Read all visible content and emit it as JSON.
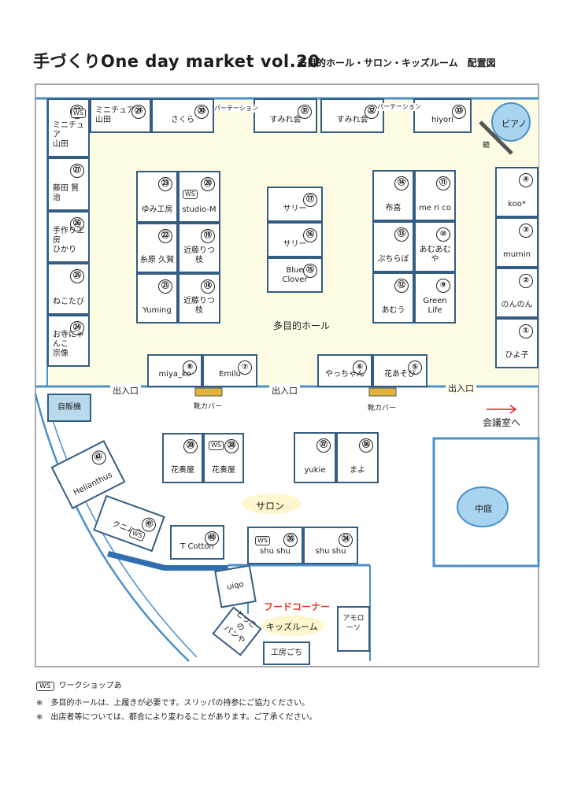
{
  "title": "手づくりOne day market vol.20",
  "subtitle": "多目的ホール・サロン・キッズルーム　配置図",
  "booths": [
    {
      "num": "①",
      "name": "ひよ子"
    },
    {
      "num": "②",
      "name": "のんのん"
    },
    {
      "num": "③",
      "name": "mumin"
    },
    {
      "num": "④",
      "name": "koo*"
    },
    {
      "num": "⑤",
      "name": "花あそび"
    },
    {
      "num": "⑥",
      "name": "やっちゃん"
    },
    {
      "num": "⑦",
      "name": "Emilu"
    },
    {
      "num": "⑧",
      "name": "miya_ko"
    },
    {
      "num": "⑨",
      "name": "Green\nLife"
    },
    {
      "num": "⑩",
      "name": "あむあむや"
    },
    {
      "num": "⑪",
      "name": "me ri co"
    },
    {
      "num": "⑫",
      "name": "あむう"
    },
    {
      "num": "⑬",
      "name": "ぷちらぼ"
    },
    {
      "num": "⑭",
      "name": "布喜"
    },
    {
      "num": "⑮",
      "name": "Blue\nClover"
    },
    {
      "num": "⑯",
      "name": "サリー"
    },
    {
      "num": "⑰",
      "name": "サリー"
    },
    {
      "num": "⑱",
      "name": "近藤りつ枝"
    },
    {
      "num": "⑲",
      "name": "近藤りつ枝"
    },
    {
      "num": "⑳",
      "name": "studio-M"
    },
    {
      "num": "㉑",
      "name": "Yuming"
    },
    {
      "num": "㉒",
      "name": "糸原 久賀"
    },
    {
      "num": "㉓",
      "name": "ゆみ工房"
    },
    {
      "num": "㉔",
      "name": "お寺にゃんこ\n宗像"
    },
    {
      "num": "㉕",
      "name": "ねこたび"
    },
    {
      "num": "㉖",
      "name": "手作り工房\nひかり"
    },
    {
      "num": "㉗",
      "name": "藤田 賢治"
    },
    {
      "num": "㉘",
      "name": "ミニチュア\n山田"
    },
    {
      "num": "㉙",
      "name": "ミニチュア\n山田"
    },
    {
      "num": "㉚",
      "name": "さくら"
    },
    {
      "num": "㉛",
      "name": "すみれ会"
    },
    {
      "num": "㉜",
      "name": "すみれ会"
    },
    {
      "num": "㉝",
      "name": "hiyori"
    },
    {
      "num": "㉞",
      "name": "shu shu"
    },
    {
      "num": "㉟",
      "name": "shu shu"
    },
    {
      "num": "㊱",
      "name": "まよ"
    },
    {
      "num": "㊲",
      "name": "yukie"
    },
    {
      "num": "㊳",
      "name": "花奏屋"
    },
    {
      "num": "㊴",
      "name": "花奏屋"
    },
    {
      "num": "㊵",
      "name": "T Cotton"
    },
    {
      "num": "㊶",
      "name": "クニムネ"
    },
    {
      "num": "㊷",
      "name": "Helianthus"
    }
  ],
  "extra_booths": {
    "uiqo": "uiqo",
    "tokkono": "とっこの\nパンや",
    "kobo": "工房ごち",
    "amoroso": "アモローソ"
  },
  "ws_label": "WS",
  "labels": {
    "hall": "多目的ホール",
    "salon": "サロン",
    "kids": "キッズルーム",
    "food": "フードコーナー",
    "entrance": "出入口",
    "umbrella": "靴カバー",
    "vending": "自販機",
    "meeting": "会議室へ",
    "courtyard": "中庭",
    "piano": "ピアノ",
    "mirror": "鏡",
    "partition": "パーテーション"
  },
  "legend": {
    "ws": "WS",
    "ws_text": "ワークショップあ",
    "note1": "※　多目的ホールは、上履きが必要です。スリッパの持参にご協力ください。",
    "note2": "※　出店者等については、都合により変わることがあります。ご了承ください。"
  },
  "colors": {
    "hall_fill": "#fdfbe4",
    "booth_border": "#345d84",
    "wall": "#4a90c9",
    "vending": "#b9d9ec",
    "pond": "#a9d4ef",
    "bar": "#e0b43a",
    "food": "#e8372a",
    "arrow": "#d9262a"
  }
}
